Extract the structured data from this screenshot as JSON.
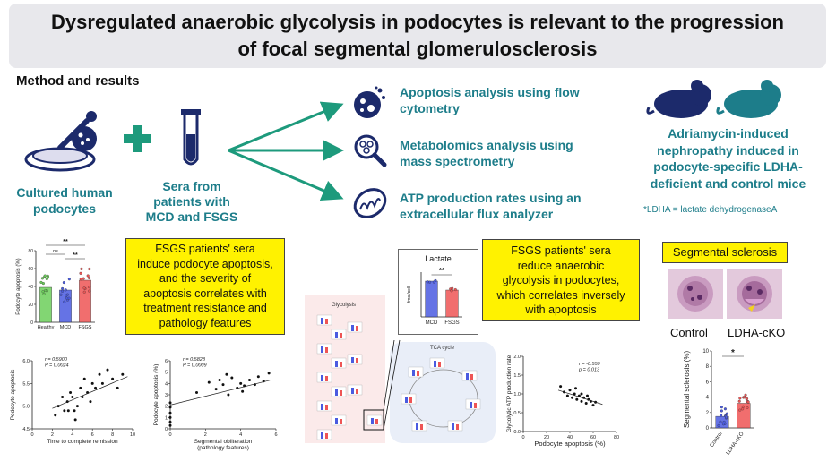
{
  "title": {
    "line1": "Dysregulated anaerobic glycolysis in podocytes is relevant to the progression",
    "line2": "of focal segmental glomerulosclerosis"
  },
  "method_heading": "Method and results",
  "inputs": {
    "podocytes_line1": "Cultured human",
    "podocytes_line2": "podocytes",
    "sera_line1": "Sera from",
    "sera_line2": "patients with",
    "sera_line3": "MCD and FSGS"
  },
  "analyses": [
    {
      "line1": "Apoptosis analysis using flow",
      "line2": "cytometry",
      "icon": "cells-icon"
    },
    {
      "line1": "Metabolomics analysis using",
      "line2": "mass spectrometry",
      "icon": "magnifier-icon"
    },
    {
      "line1": "ATP production rates using an",
      "line2": "extracellular flux analyzer",
      "icon": "mitochondrion-icon"
    }
  ],
  "mouse_model": {
    "line1": "Adriamycin-induced",
    "line2": "nephropathy induced in",
    "line3": "podocyte-specific LDHA-",
    "line4": "deficient and control mice",
    "footnote": "*LDHA = lactate dehydrogenaseA"
  },
  "findings": {
    "box1": [
      "FSGS patients' sera",
      "induce podocyte apoptosis,",
      "and the severity of",
      "apoptosis correlates with",
      "treatment resistance and",
      "pathology features"
    ],
    "box2": [
      "FSGS patients' sera",
      "reduce anaerobic",
      "glycolysis in podocytes,",
      "which correlates inversely",
      "with apoptosis"
    ],
    "box3": "Segmental sclerosis"
  },
  "histology": {
    "control_label": "Control",
    "ko_label": "LDHA-cKO"
  },
  "pathway": {
    "glycolysis_label": "Glycolysis",
    "tca_label": "TCA cycle"
  },
  "chart_data": [
    {
      "type": "bar",
      "ylabel": "Podocyte apoptosis (%)",
      "categories": [
        "Healthy",
        "MCD",
        "FSGS"
      ],
      "values": [
        39,
        36,
        47
      ],
      "ylim": [
        0,
        80
      ],
      "yticks": [
        "0",
        "20",
        "40",
        "60",
        "80"
      ],
      "annotations": [
        "**",
        "ns",
        "**"
      ],
      "colors": [
        "#6ccf5a",
        "#4a5be0",
        "#ee5555"
      ]
    },
    {
      "type": "scatter",
      "xlabel": "Time to complete remission",
      "ylabel": "Podocyte apoptosis",
      "r_text": "r = 0.5900",
      "p_text": "P = 0.0024",
      "xlim": [
        0,
        10
      ],
      "ylim": [
        4.5,
        6.0
      ],
      "xticks": [
        "0",
        "2",
        "4",
        "6",
        "8",
        "10"
      ],
      "yticks": [
        "4.5",
        "5.0",
        "5.5",
        "6.0"
      ],
      "points": [
        [
          2.3,
          4.8
        ],
        [
          2.6,
          5.0
        ],
        [
          3.0,
          5.2
        ],
        [
          3.2,
          4.9
        ],
        [
          3.5,
          5.1
        ],
        [
          3.8,
          5.3
        ],
        [
          4.0,
          5.2
        ],
        [
          4.2,
          4.9
        ],
        [
          4.5,
          5.0
        ],
        [
          4.8,
          5.4
        ],
        [
          5.0,
          5.2
        ],
        [
          5.2,
          5.6
        ],
        [
          5.5,
          5.3
        ],
        [
          6.0,
          5.5
        ],
        [
          6.3,
          5.4
        ],
        [
          6.7,
          5.7
        ],
        [
          7.0,
          5.5
        ],
        [
          7.5,
          5.8
        ],
        [
          8.0,
          5.6
        ],
        [
          8.5,
          5.4
        ],
        [
          9.0,
          5.7
        ],
        [
          4.3,
          4.7
        ],
        [
          3.6,
          4.9
        ],
        [
          5.8,
          5.1
        ]
      ],
      "fit": [
        [
          2,
          4.95
        ],
        [
          9.5,
          5.65
        ]
      ]
    },
    {
      "type": "scatter",
      "xlabel": "Segmental obliteration",
      "xlabel2": "(pathology features)",
      "ylabel": "Podocyte apoptosis (%)",
      "r_text": "r = 0.5828",
      "p_text": "P = 0.0009",
      "xlim": [
        0,
        6
      ],
      "ylim": [
        0,
        6
      ],
      "xticks": [
        "0",
        "2",
        "4",
        "6"
      ],
      "yticks": [
        "0",
        "1",
        "2",
        "3",
        "4",
        "5",
        "6"
      ],
      "points": [
        [
          0,
          0.6
        ],
        [
          0,
          1.0
        ],
        [
          0,
          1.4
        ],
        [
          0,
          1.9
        ],
        [
          0,
          2.3
        ],
        [
          0,
          0.3
        ],
        [
          1.5,
          3.2
        ],
        [
          2.2,
          4.1
        ],
        [
          2.6,
          3.5
        ],
        [
          3.0,
          3.9
        ],
        [
          3.3,
          3.0
        ],
        [
          3.5,
          4.5
        ],
        [
          3.8,
          3.6
        ],
        [
          4.0,
          4.0
        ],
        [
          4.2,
          3.8
        ],
        [
          4.5,
          4.3
        ],
        [
          4.8,
          3.9
        ],
        [
          5.0,
          4.6
        ],
        [
          5.3,
          4.2
        ],
        [
          5.6,
          4.9
        ],
        [
          3.2,
          4.8
        ],
        [
          4.1,
          3.3
        ],
        [
          2.8,
          4.3
        ]
      ],
      "fit": [
        [
          0,
          2.1
        ],
        [
          5.7,
          4.3
        ]
      ]
    },
    {
      "type": "bar",
      "title": "Lactate",
      "ylabel": "fmol/cell",
      "categories": [
        "MCD",
        "FSGS"
      ],
      "values": [
        2.4,
        1.8
      ],
      "ylim": [
        0,
        3
      ],
      "annotations": [
        "**"
      ],
      "colors": [
        "#4a5be0",
        "#ee5555"
      ]
    },
    {
      "type": "scatter",
      "xlabel": "Podocyte apoptosis (%)",
      "ylabel": "Glycolytic ATP production rate",
      "r_text": "r = -0.559",
      "p_text": "p = 0.013",
      "xlim": [
        0,
        80
      ],
      "ylim": [
        0,
        2.0
      ],
      "xticks": [
        "0",
        "20",
        "40",
        "60",
        "80"
      ],
      "yticks": [
        "0.0",
        "0.5",
        "1.0",
        "1.5",
        "2.0"
      ],
      "points": [
        [
          32,
          1.2
        ],
        [
          35,
          1.05
        ],
        [
          38,
          0.95
        ],
        [
          40,
          1.1
        ],
        [
          42,
          0.9
        ],
        [
          44,
          1.0
        ],
        [
          46,
          0.85
        ],
        [
          48,
          0.95
        ],
        [
          50,
          0.8
        ],
        [
          52,
          0.9
        ],
        [
          54,
          0.75
        ],
        [
          56,
          0.85
        ],
        [
          58,
          0.8
        ],
        [
          60,
          0.7
        ],
        [
          62,
          0.78
        ],
        [
          45,
          1.15
        ],
        [
          50,
          1.0
        ],
        [
          55,
          0.95
        ]
      ],
      "fit": [
        [
          30,
          1.1
        ],
        [
          68,
          0.72
        ]
      ]
    },
    {
      "type": "bar",
      "ylabel": "Segmental sclerosis (%)",
      "categories": [
        "Control",
        "LDHA-cKO"
      ],
      "values": [
        1.5,
        3.2
      ],
      "ylim": [
        0,
        10
      ],
      "yticks": [
        "0",
        "2",
        "4",
        "6",
        "8",
        "10"
      ],
      "annotations": [
        "*"
      ],
      "colors": [
        "#4a5be0",
        "#ee5555"
      ]
    }
  ]
}
